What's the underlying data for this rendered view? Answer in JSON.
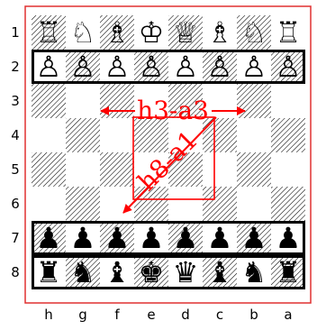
{
  "board": {
    "rank_labels": [
      "1",
      "2",
      "3",
      "4",
      "5",
      "6",
      "7",
      "8"
    ],
    "file_labels": [
      "h",
      "g",
      "f",
      "e",
      "d",
      "c",
      "b",
      "a"
    ],
    "rows": [
      [
        "wR",
        "wN",
        "wB",
        "wK",
        "wQ",
        "wB",
        "wN",
        "wR"
      ],
      [
        "wP",
        "wP",
        "wP",
        "wP",
        "wP",
        "wP",
        "wP",
        "wP"
      ],
      [
        "",
        "",
        "",
        "",
        "",
        "",
        "",
        ""
      ],
      [
        "",
        "",
        "",
        "",
        "",
        "",
        "",
        ""
      ],
      [
        "",
        "",
        "",
        "",
        "",
        "",
        "",
        ""
      ],
      [
        "",
        "",
        "",
        "",
        "",
        "",
        "",
        ""
      ],
      [
        "bP",
        "bP",
        "bP",
        "bP",
        "bP",
        "bP",
        "bP",
        "bP"
      ],
      [
        "bR",
        "bN",
        "bB",
        "bK",
        "bQ",
        "bB",
        "bN",
        "bR"
      ]
    ],
    "piece_glyphs": {
      "wK": "♔",
      "wQ": "♕",
      "wR": "♖",
      "wB": "♗",
      "wN": "♘",
      "wP": "♙",
      "bK": "♚",
      "bQ": "♛",
      "bR": "♜",
      "bB": "♝",
      "bN": "♞",
      "bP": "♟"
    },
    "highlighted_ranks": [
      2,
      7,
      8
    ]
  },
  "annotations": {
    "labels": [
      "h3-a3",
      "h8-a1"
    ],
    "color": "#ff0000"
  },
  "colors": {
    "border": "#e03030",
    "light_square": "#ffffff",
    "hatch": "#000000",
    "highlight_frame": "#000000"
  }
}
